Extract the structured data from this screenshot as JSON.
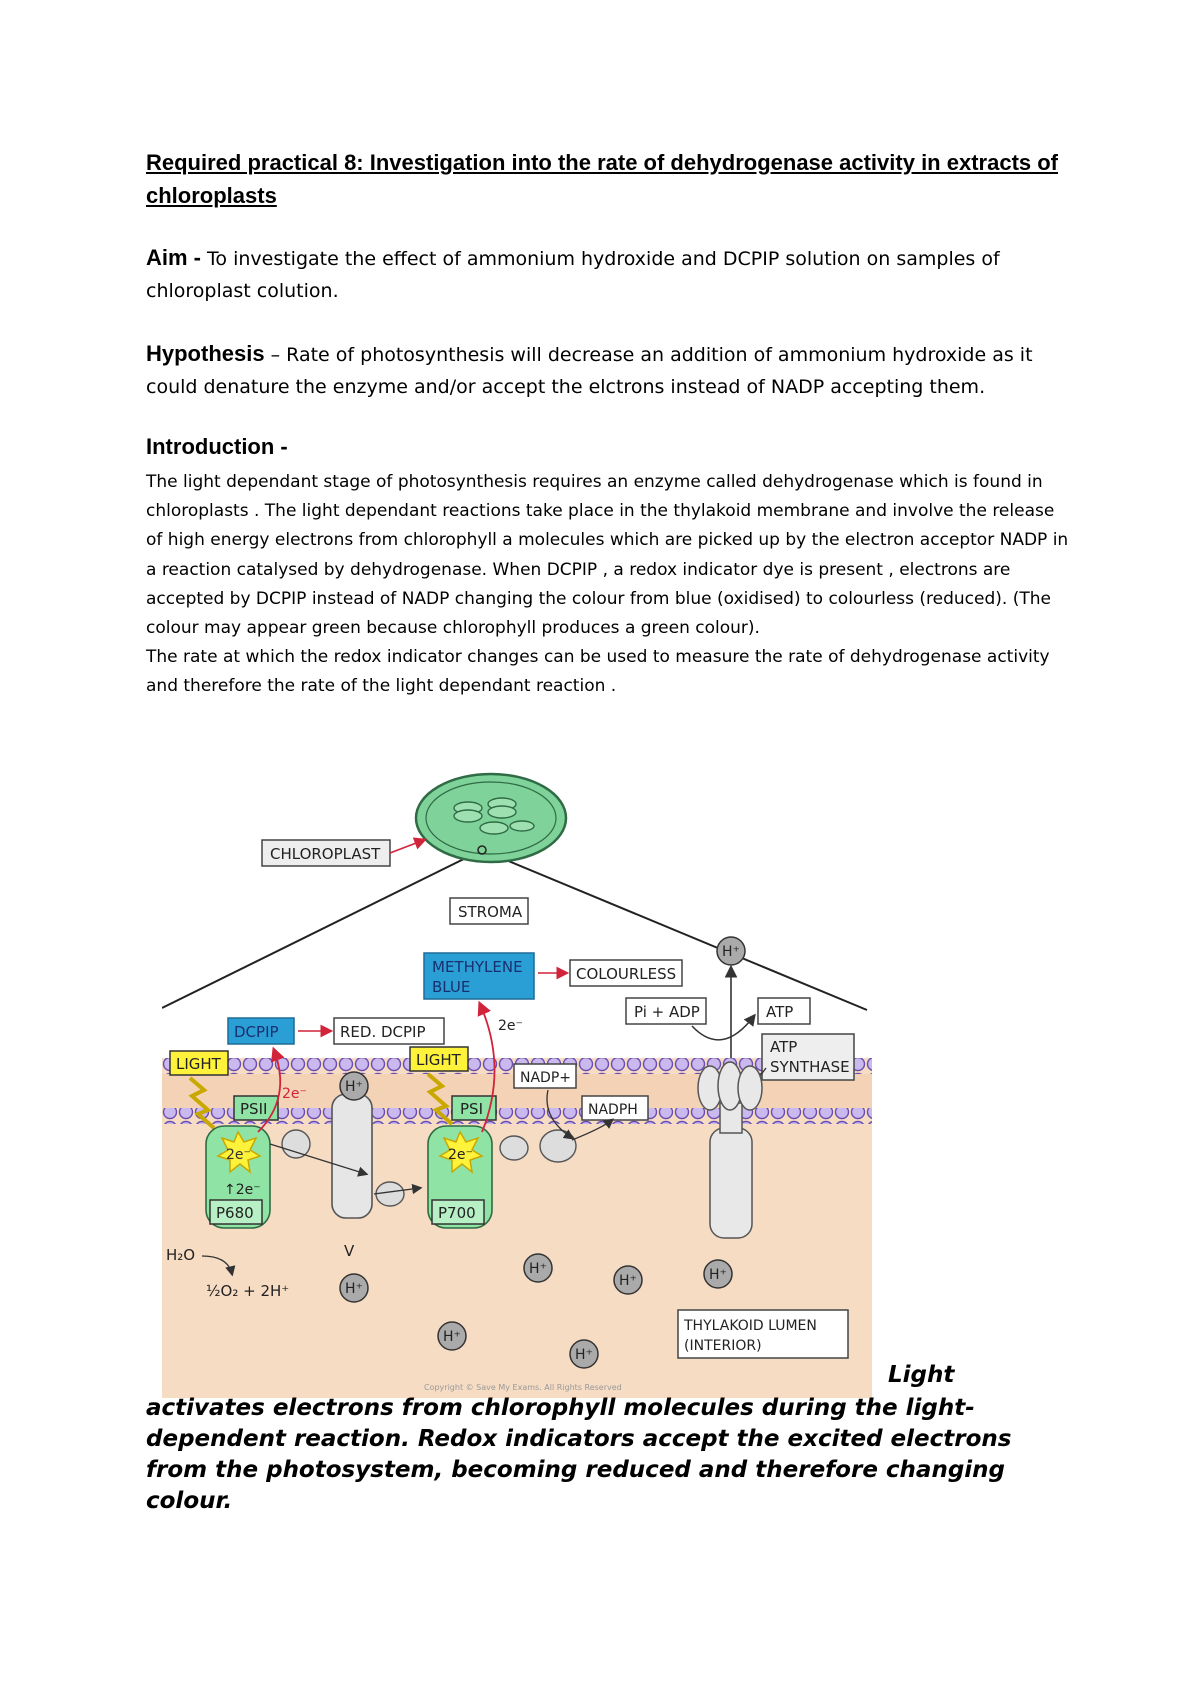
{
  "title": "Required practical 8: Investigation into the rate of dehydrogenase activity in extracts of chloroplasts",
  "aim": {
    "label": "Aim -",
    "text": " To investigate the effect of ammonium hydroxide and DCPIP solution on samples of chloroplast colution."
  },
  "hypothesis": {
    "label": "Hypothesis",
    "text": " – Rate of photosynthesis will decrease an addition of ammonium hydroxide as it could denature the enzyme and/or accept the elctrons instead of NADP accepting them."
  },
  "introduction": {
    "heading": "Introduction -",
    "para1": "The light dependant stage of photosynthesis requires an enzyme called dehydrogenase which is found in chloroplasts . The light dependant reactions take place in the thylakoid membrane and involve the release of high energy electrons from chlorophyll a molecules which are picked up by the electron acceptor NADP in a reaction catalysed by dehydrogenase. When DCPIP , a redox indicator dye is present , electrons are accepted by DCPIP instead of NADP changing the colour from blue (oxidised) to colourless (reduced). (The colour may appear green because chlorophyll produces a green colour).",
    "para2": "The rate at which the redox indicator changes can be used to measure the rate of dehydrogenase activity and therefore the rate of the light dependant reaction ."
  },
  "diagram": {
    "chloroplast": "CHLOROPLAST",
    "stroma": "STROMA",
    "methylene_blue_1": "METHYLENE",
    "methylene_blue_2": "BLUE",
    "colourless": "COLOURLESS",
    "dcpip": "DCPIP",
    "red_dcpip": "RED. DCPIP",
    "pi_adp": "Pi + ADP",
    "atp": "ATP",
    "atp_synthase_1": "ATP",
    "atp_synthase_2": "SYNTHASE",
    "light_1": "LIGHT",
    "light_2": "LIGHT",
    "psii": "PSII",
    "psi": "PSI",
    "p680": "P680",
    "p700": "P700",
    "nadp_plus": "NADP+",
    "nadph": "NADPH",
    "two_e_1": "2e⁻",
    "two_e_2": "2e⁻",
    "two_e_3": "2e⁻",
    "two_e_4": "↑2e⁻",
    "h2o": "H₂O",
    "o2_products": "½O₂ + 2H⁺",
    "h_ion": "H⁺",
    "thylakoid_1": "THYLAKOID  LUMEN",
    "thylakoid_2": "(INTERIOR)",
    "copyright": "Copyright © Save My Exams. All Rights Reserved",
    "colors": {
      "chloroplast_green": "#7fd39a",
      "membrane_purple": "#b7a6e0",
      "lumen_peach": "#f7dcc4",
      "dcpip_blue": "#2a9fd6",
      "light_yellow": "#fff23a",
      "ps_green": "#8fe3a5",
      "arrow_red": "#d1243a"
    }
  },
  "caption": {
    "line1": "Light",
    "rest": "activates electrons from chlorophyll molecules during the light-dependent reaction. Redox indicators accept the excited electrons from the photosystem, becoming reduced and therefore changing colour."
  }
}
